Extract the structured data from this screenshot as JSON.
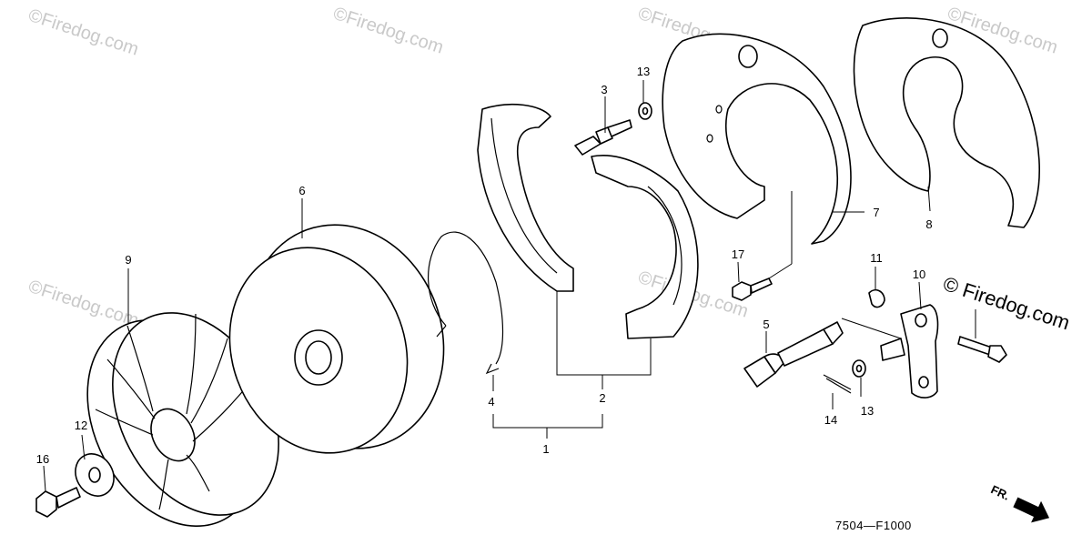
{
  "diagram": {
    "figure_code": "7504—F1000",
    "front_indicator": "FR.",
    "watermark": "©Firedog.com",
    "watermark_large": "© Firedog.com",
    "callouts": {
      "c1": "1",
      "c2": "2",
      "c3": "3",
      "c4": "4",
      "c5": "5",
      "c6": "6",
      "c7": "7",
      "c8": "8",
      "c9": "9",
      "c10": "10",
      "c11": "11",
      "c12": "12",
      "c13a": "13",
      "c13b": "13",
      "c14": "14",
      "c16": "16",
      "c17": "17"
    }
  }
}
